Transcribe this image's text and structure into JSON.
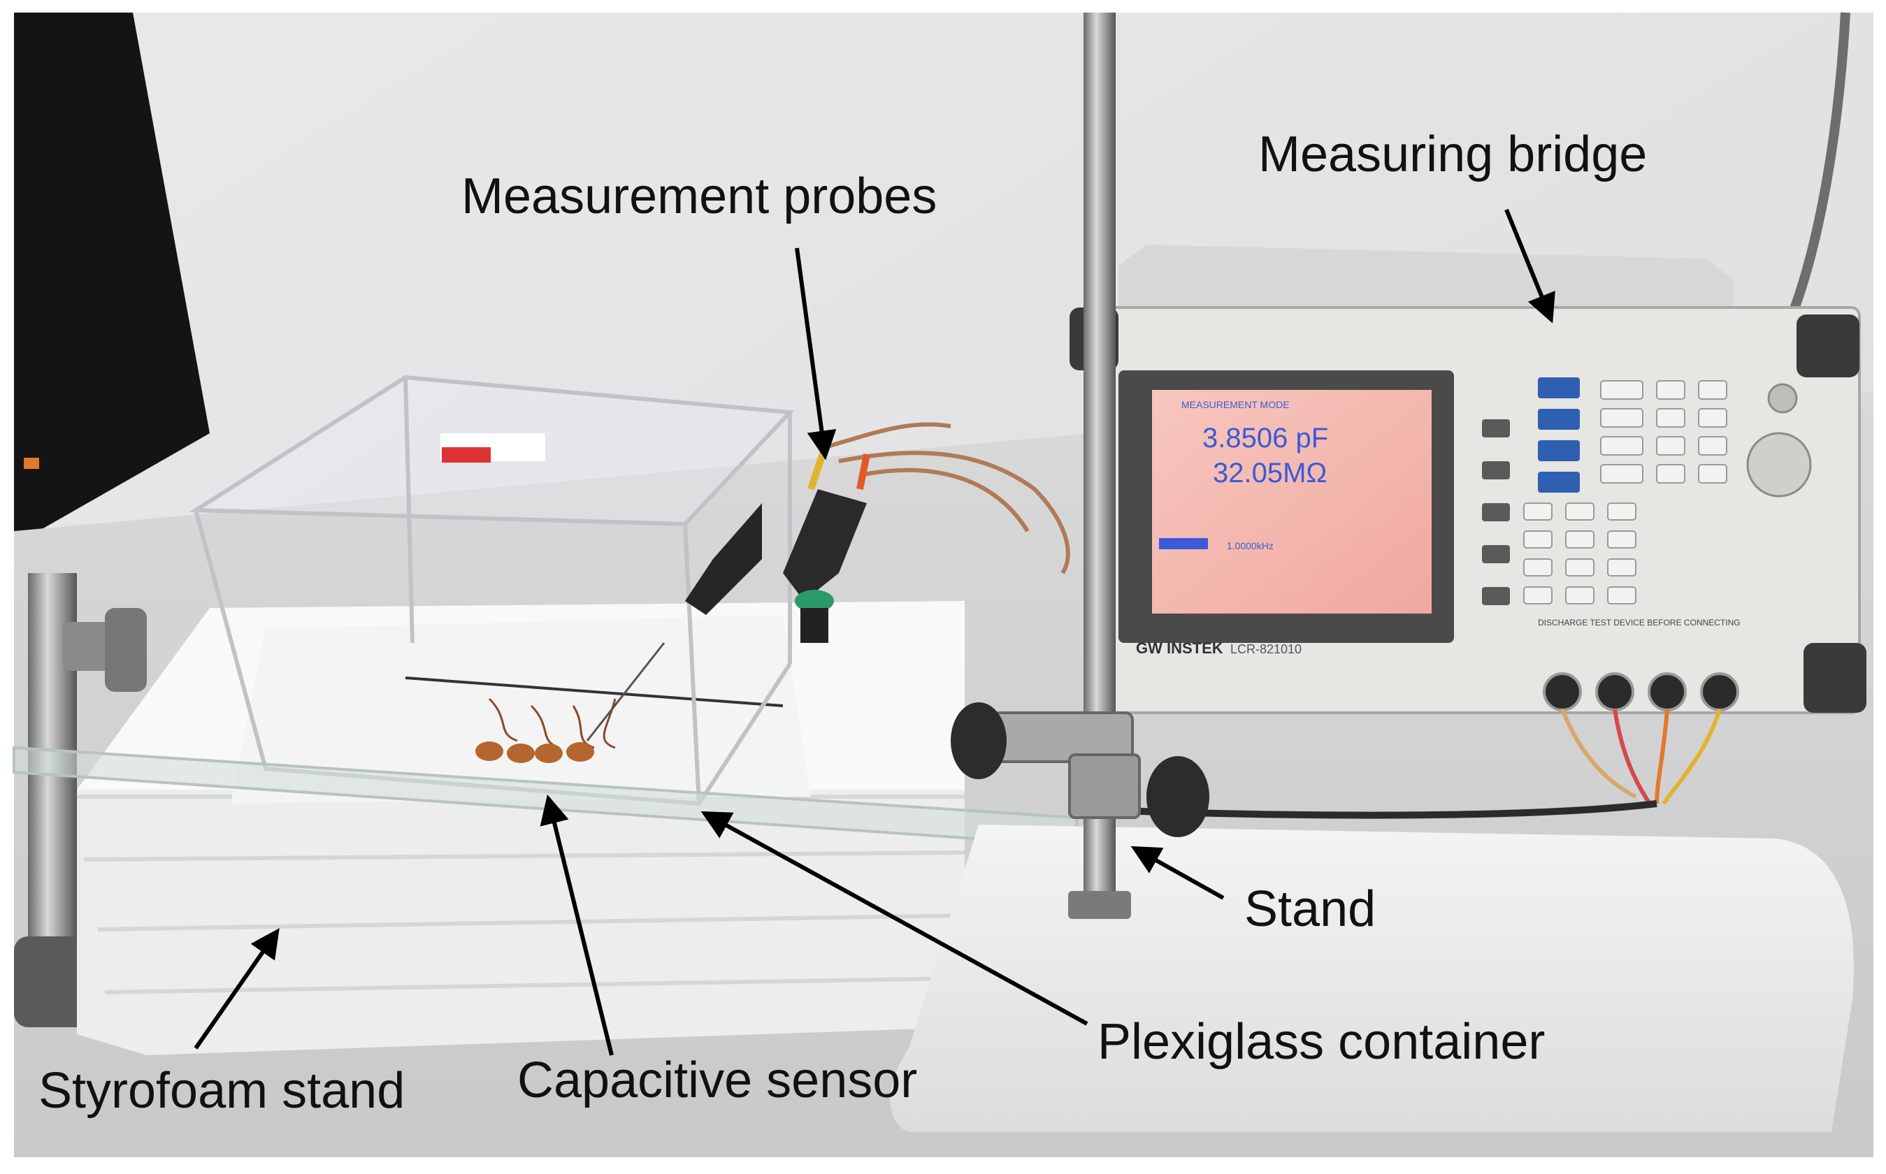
{
  "labels": {
    "measuring_bridge": "Measuring bridge",
    "measurement_probes": "Measurement probes",
    "stand": "Stand",
    "plexiglass_container": "Plexiglass container",
    "styrofoam_stand": "Styrofoam stand",
    "capacitive_sensor": "Capacitive sensor"
  },
  "device": {
    "brand": "GW INSTEK",
    "model": "LCR-821010",
    "screen_header": "MEASUREMENT MODE",
    "reading_primary": "3.8506 pF",
    "reading_secondary": "32.05MΩ",
    "frequency": "1.0000kHz",
    "warning": "DISCHARGE TEST DEVICE BEFORE CONNECTING"
  },
  "colors": {
    "screen": "#f4b8b0",
    "screen_text": "#3a5ad8",
    "device_body": "#e6e6e2",
    "key_blue": "#2f5fb0",
    "wall": "#ececec",
    "foam": "#f7f7f7",
    "label": "#111111",
    "arrow": "#000000",
    "copper": "#b5652e"
  }
}
